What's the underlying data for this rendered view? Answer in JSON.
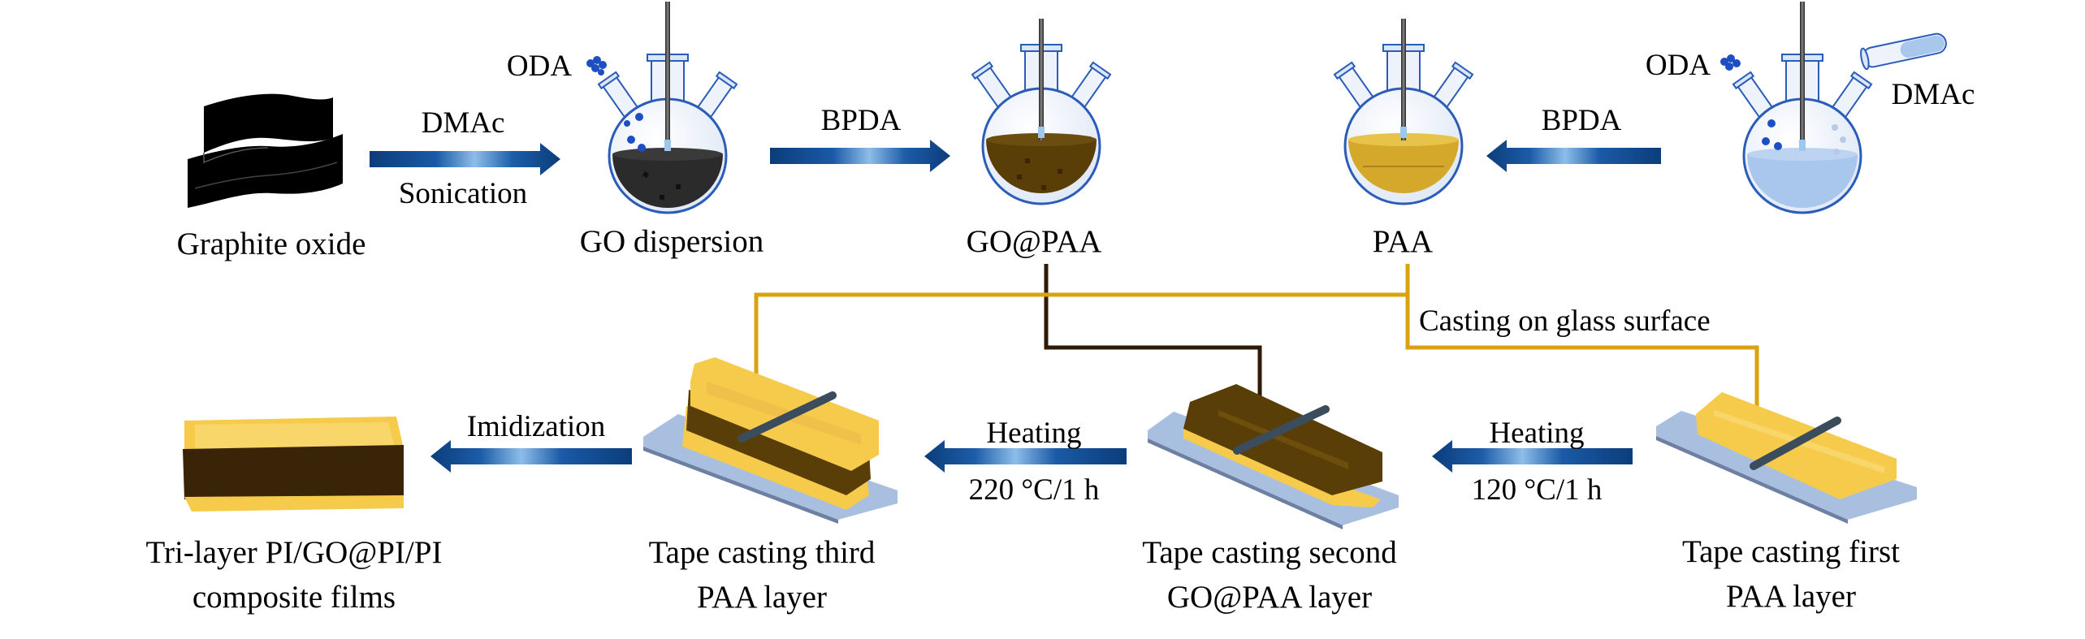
{
  "colors": {
    "arrow_dark": "#0b3d7a",
    "arrow_light": "#7fb3e6",
    "glass": "#2a5cb8",
    "go_black": "#2b2b2b",
    "go_paa_brown": "#5a3e08",
    "paa_yellow": "#d4a82a",
    "film_yellow": "#f6cb4c",
    "film_brown": "#3a2408",
    "line_yellow": "#d9a20e",
    "line_dark": "#2e1a06",
    "glass_plate": "#a9bfe0",
    "solvent_blue": "#a9c6ec"
  },
  "top_row": {
    "graphite_oxide": {
      "label": "Graphite oxide"
    },
    "arrow1": {
      "top": "DMAc",
      "bottom": "Sonication"
    },
    "go_dispersion": {
      "label": "GO dispersion",
      "reagent": "ODA"
    },
    "arrow2": {
      "top": "BPDA"
    },
    "go_paa": {
      "label": "GO@PAA"
    },
    "paa": {
      "label": "PAA"
    },
    "arrow3": {
      "top": "BPDA"
    },
    "start_flask": {
      "reagent_left": "ODA",
      "reagent_right": "DMAc"
    }
  },
  "connector": {
    "label": "Casting on glass surface"
  },
  "bottom_row": {
    "final": {
      "line1": "Tri-layer PI/GO@PI/PI",
      "line2": "composite films"
    },
    "arrow_imid": {
      "top": "Imidization"
    },
    "third": {
      "line1": "Tape casting third",
      "line2": "PAA layer"
    },
    "arrow_heat2": {
      "top": "Heating",
      "bottom": "220 °C/1 h"
    },
    "second": {
      "line1": "Tape casting second",
      "line2": "GO@PAA layer"
    },
    "arrow_heat1": {
      "top": "Heating",
      "bottom": "120 °C/1 h"
    },
    "first": {
      "line1": "Tape casting first",
      "line2": "PAA layer"
    }
  }
}
